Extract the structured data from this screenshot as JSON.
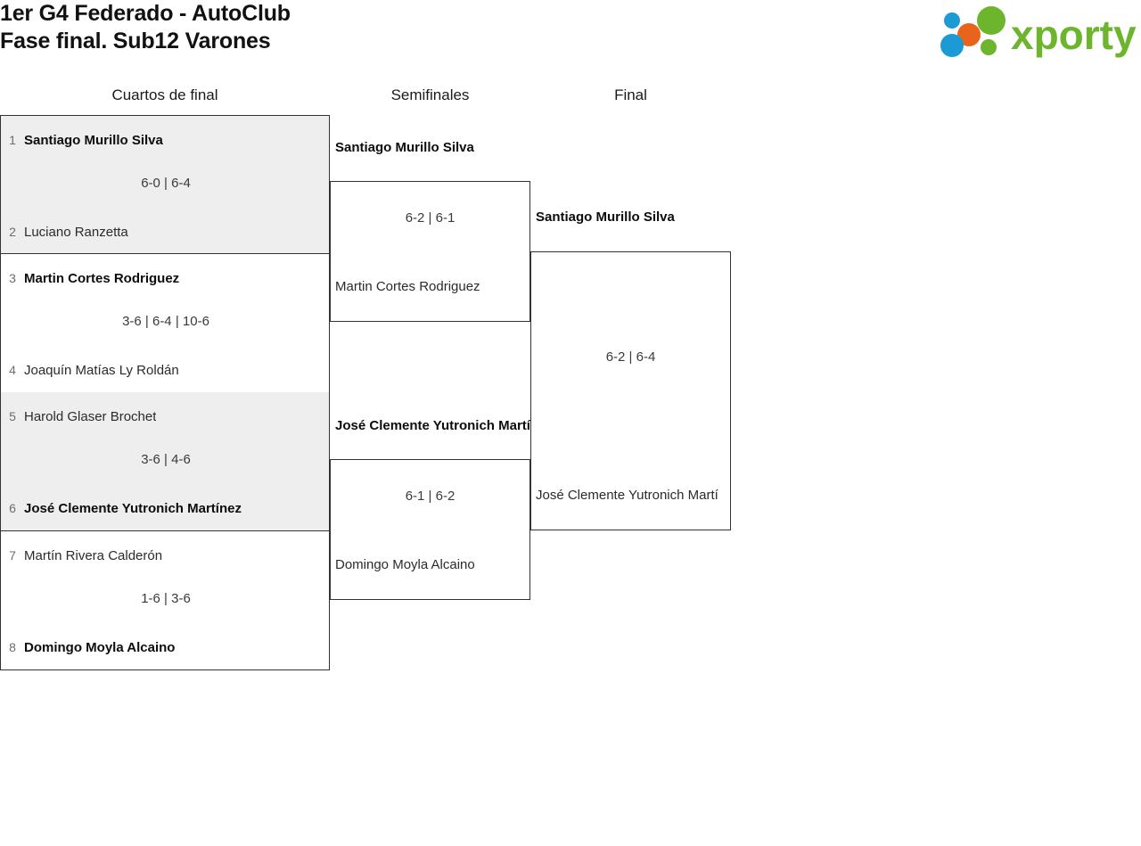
{
  "header": {
    "title_line1": "1er G4 Federado - AutoClub",
    "title_line2": "Fase final. Sub12 Varones",
    "logo": {
      "wordmark": "xporty",
      "colors": {
        "green": "#6cb52d",
        "blue": "#1c9ad6",
        "orange": "#e8641c"
      },
      "dots": [
        {
          "name": "dot-blue-small",
          "color": "#1c9ad6"
        },
        {
          "name": "dot-orange",
          "color": "#e8641c"
        },
        {
          "name": "dot-green-large",
          "color": "#6cb52d"
        },
        {
          "name": "dot-blue-large",
          "color": "#1c9ad6"
        },
        {
          "name": "dot-green-small",
          "color": "#6cb52d"
        }
      ]
    }
  },
  "rounds": [
    {
      "key": "quarterfinals",
      "label": "Cuartos de final"
    },
    {
      "key": "semifinals",
      "label": "Semifinales"
    },
    {
      "key": "final",
      "label": "Final"
    }
  ],
  "bracket": {
    "quarterfinals": [
      {
        "shaded": true,
        "score": "6-0 | 6-4",
        "top": {
          "seed": "1",
          "name": "Santiago Murillo Silva",
          "winner": true
        },
        "bottom": {
          "seed": "2",
          "name": "Luciano Ranzetta",
          "winner": false
        }
      },
      {
        "shaded": false,
        "score": "3-6 | 6-4 | 10-6",
        "top": {
          "seed": "3",
          "name": "Martin Cortes Rodriguez",
          "winner": true
        },
        "bottom": {
          "seed": "4",
          "name": "Joaquín Matías Ly Roldán",
          "winner": false
        }
      },
      {
        "shaded": true,
        "score": "3-6 | 4-6",
        "top": {
          "seed": "5",
          "name": "Harold Glaser Brochet",
          "winner": false
        },
        "bottom": {
          "seed": "6",
          "name": "José Clemente Yutronich Martínez",
          "winner": true
        }
      },
      {
        "shaded": false,
        "score": "1-6 | 3-6",
        "top": {
          "seed": "7",
          "name": "Martín Rivera Calderón",
          "winner": false
        },
        "bottom": {
          "seed": "8",
          "name": "Domingo Moyla Alcaino",
          "winner": true
        }
      }
    ],
    "semifinals": [
      {
        "score": "6-2 | 6-1",
        "top": {
          "name": "Santiago Murillo Silva",
          "winner": true
        },
        "bottom": {
          "name": "Martin Cortes Rodriguez",
          "winner": false
        }
      },
      {
        "score": "6-1 | 6-2",
        "top": {
          "name": "José Clemente Yutronich Martí",
          "winner": true
        },
        "bottom": {
          "name": "Domingo Moyla Alcaino",
          "winner": false
        }
      }
    ],
    "final": {
      "score": "6-2 | 6-4",
      "top": {
        "name": "Santiago Murillo Silva",
        "winner": true
      },
      "bottom": {
        "name": "José Clemente Yutronich Martí",
        "winner": false
      }
    }
  }
}
